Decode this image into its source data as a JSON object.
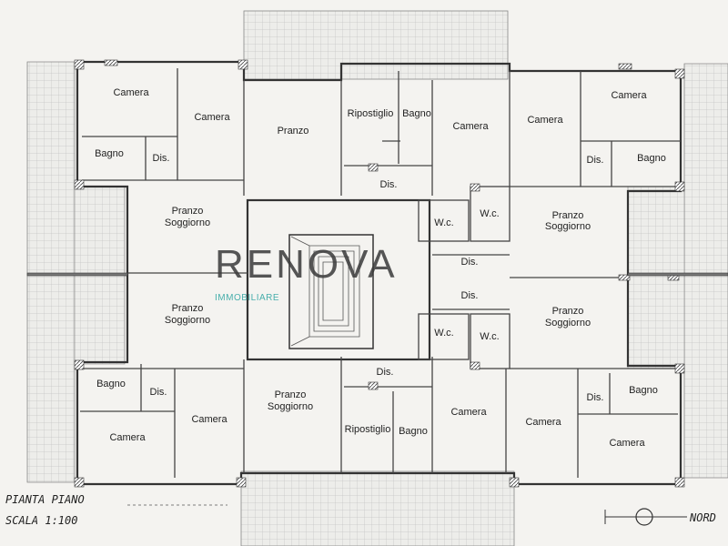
{
  "plan": {
    "labels": {
      "camera": "Camera",
      "bagno": "Bagno",
      "dis": "Dis.",
      "pranzo": "Pranzo",
      "pranzo_soggiorno_1": "Pranzo",
      "pranzo_soggiorno_2": "Soggiorno",
      "ripostiglio": "Ripostiglio",
      "wc": "W.c."
    },
    "title_line1": "PIANTA  PIANO",
    "title_line2": "SCALA  1:100",
    "north": "NORD"
  },
  "watermark": {
    "brand": "RENOVA",
    "tagline": "IMMOBILIARE"
  },
  "colors": {
    "paper": "#f4f3f0",
    "wall": "#333333",
    "grid": "#c9c9c9",
    "accent": "#2aa3a0"
  }
}
